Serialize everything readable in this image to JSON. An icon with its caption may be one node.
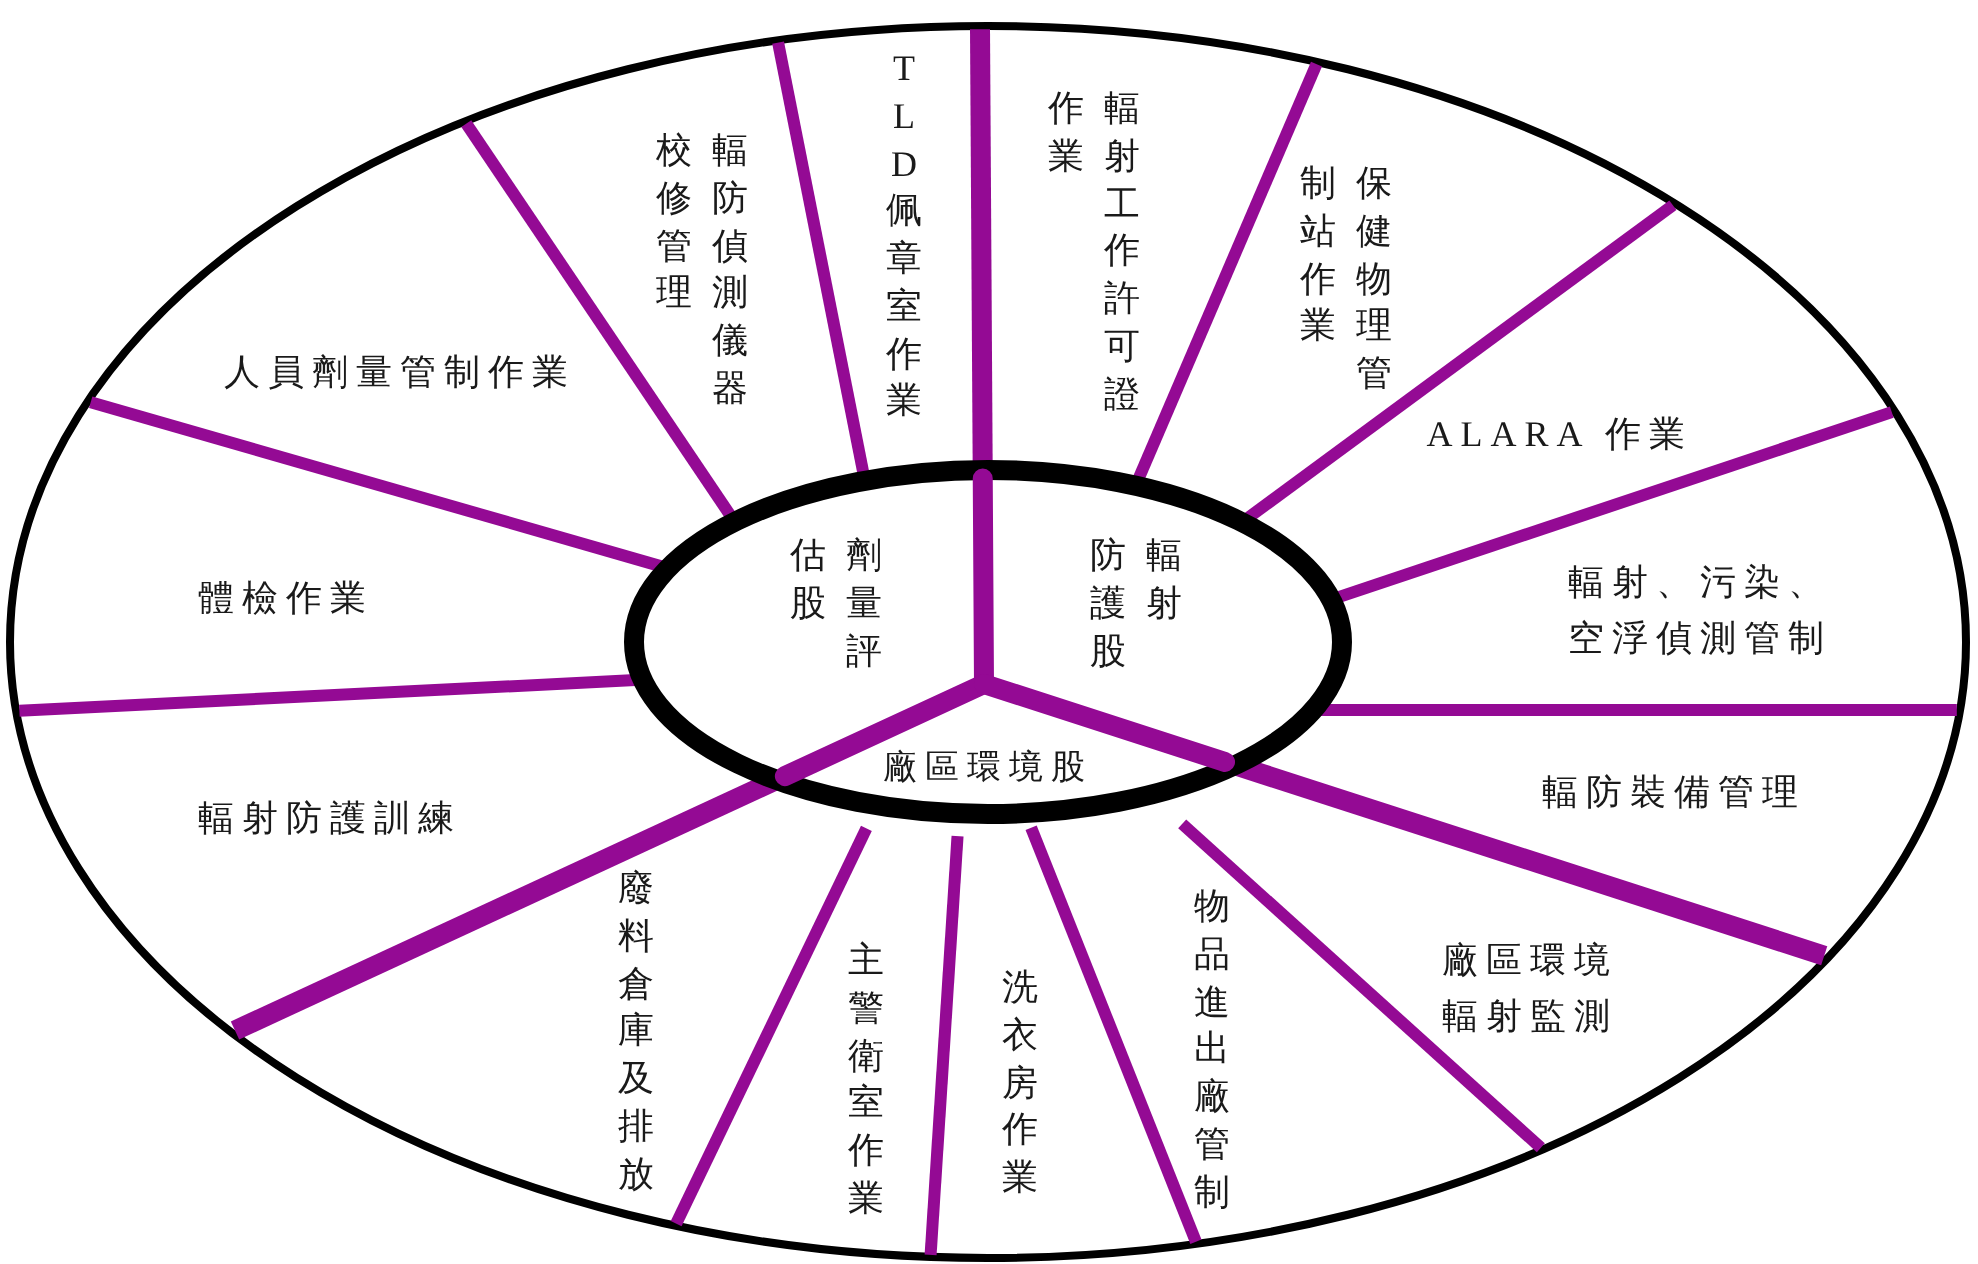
{
  "diagram": {
    "nodes": [
      {
        "text": [],
        "shape": "ellipse"
      },
      {
        "text": [],
        "shape": "ellipse",
        "in": 0
      },
      {
        "text": [
          "劑量評估股"
        ],
        "in": 1
      },
      {
        "text": [
          "輻射防護股"
        ],
        "in": 1
      },
      {
        "text": [
          "廠區環境股"
        ],
        "in": 1
      },
      {
        "text": [
          "TLD 佩章室作業"
        ],
        "in": 0
      },
      {
        "text": [
          "輻射工作許可證作業"
        ],
        "in": 0
      },
      {
        "text": [
          "保健物理管制站作業"
        ],
        "in": 0
      },
      {
        "text": [
          "ALARA 作業"
        ],
        "in": 0
      },
      {
        "text": [
          "輻射、污染、空浮偵測管制"
        ],
        "in": 0
      },
      {
        "text": [
          "輻防裝備管理"
        ],
        "in": 0
      },
      {
        "text": [
          "廠區環境輻射監測"
        ],
        "in": 0
      },
      {
        "text": [
          "物品進出廠管制"
        ],
        "in": 0
      },
      {
        "text": [
          "洗衣房作業"
        ],
        "in": 0
      },
      {
        "text": [
          "主警衛室作業"
        ],
        "in": 0
      },
      {
        "text": [
          "廢料倉庫及排放"
        ],
        "in": 0
      },
      {
        "text": [
          "輻射防護訓練"
        ],
        "in": 0
      },
      {
        "text": [
          "體檢作業"
        ],
        "in": 0
      },
      {
        "text": [
          "人員劑量管制作業"
        ],
        "in": 0
      },
      {
        "text": [
          "輻防偵測儀器校修管理"
        ],
        "in": 0
      }
    ]
  }
}
